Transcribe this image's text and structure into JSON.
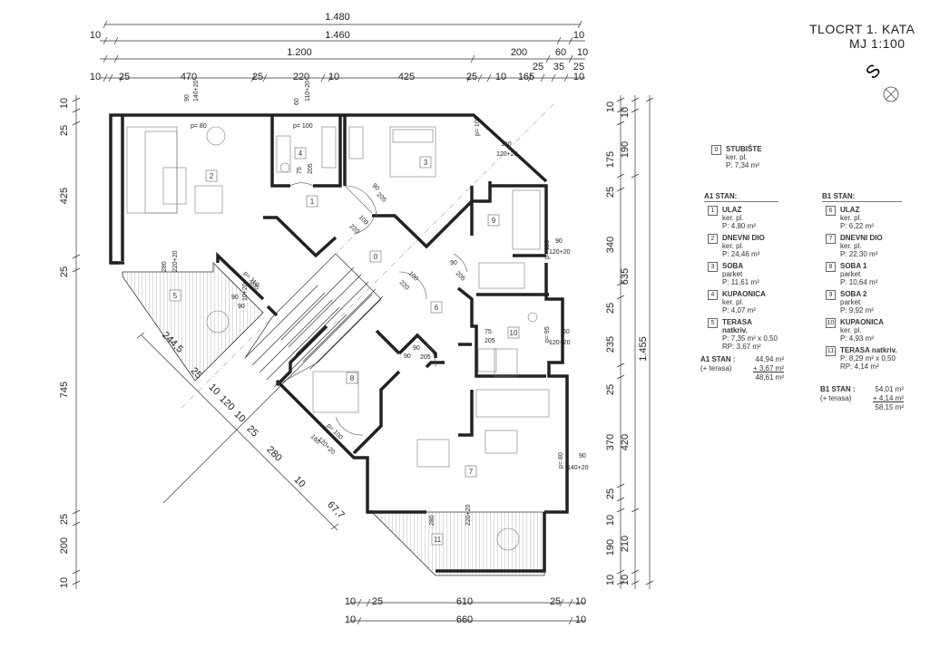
{
  "header": {
    "title": "TLOCRT 1. KATA",
    "scale": "MJ  1:100"
  },
  "compass_label": "S",
  "dimensions": {
    "top_row1": [
      "1.480"
    ],
    "top_row2": [
      "10",
      "1.460",
      "10"
    ],
    "top_row3": [
      "1.200",
      "200",
      "60",
      "10"
    ],
    "top_row4a": [
      "25",
      "35",
      "25"
    ],
    "top_row4": [
      "10",
      "25",
      "470",
      "25",
      "220",
      "10",
      "425",
      "25",
      "10",
      "165",
      "10"
    ],
    "left_col": [
      "10",
      "25",
      "425",
      "25",
      "745",
      "25",
      "200",
      "10"
    ],
    "right_col1": [
      "10",
      "175",
      "25",
      "340",
      "25",
      "235",
      "25",
      "370",
      "25",
      "10",
      "190",
      "10"
    ],
    "right_col2": [
      "10",
      "190",
      "635",
      "420",
      "210",
      "10"
    ],
    "right_total": "1.455",
    "bottom_row1": [
      "10",
      "25",
      "610",
      "25",
      "10"
    ],
    "bottom_row2": [
      "10",
      "660",
      "10"
    ],
    "diagonal": [
      "244,5",
      "25",
      "10",
      "120",
      "10",
      "25",
      "280",
      "10",
      "67,7"
    ]
  },
  "openings": [
    {
      "t": "90"
    },
    {
      "t": "140+20"
    },
    {
      "t": "p= 80"
    },
    {
      "t": "60"
    },
    {
      "t": "110+20"
    },
    {
      "t": "p= 100"
    },
    {
      "t": "p= 100"
    },
    {
      "t": "160"
    },
    {
      "t": "120+20"
    },
    {
      "t": "75"
    },
    {
      "t": "205"
    },
    {
      "t": "90"
    },
    {
      "t": "205"
    },
    {
      "t": "100"
    },
    {
      "t": "220"
    },
    {
      "t": "280"
    },
    {
      "t": "220+20"
    },
    {
      "t": "p= 110"
    },
    {
      "t": "90"
    },
    {
      "t": "205"
    },
    {
      "t": "90"
    },
    {
      "t": "100"
    },
    {
      "t": "220"
    },
    {
      "t": "90"
    },
    {
      "t": "p= 110"
    },
    {
      "t": "120+20"
    },
    {
      "t": "90"
    },
    {
      "t": "205"
    },
    {
      "t": "75"
    },
    {
      "t": "205"
    },
    {
      "t": "p= 95"
    },
    {
      "t": "60"
    },
    {
      "t": "120+20"
    },
    {
      "t": "90"
    },
    {
      "t": "205"
    },
    {
      "t": "p= 100"
    },
    {
      "t": "160"
    },
    {
      "t": "120+20"
    },
    {
      "t": "p= 80"
    },
    {
      "t": "90"
    },
    {
      "t": "140+20"
    },
    {
      "t": "280"
    },
    {
      "t": "220+20"
    },
    {
      "t": "10+20"
    },
    {
      "t": "90"
    }
  ],
  "room_tags": [
    "1",
    "2",
    "3",
    "4",
    "0",
    "9",
    "5",
    "6",
    "10",
    "8",
    "7",
    "11"
  ],
  "stair_legend": {
    "num": "0",
    "name": "STUBIŠTE",
    "floor": "ker. pl.",
    "area": "P: 7,34 m²"
  },
  "apartment_a1": {
    "title": "A1  STAN:",
    "rooms": [
      {
        "num": "1",
        "name": "ULAZ",
        "floor": "ker. pl.",
        "area": "P: 4,80 m²"
      },
      {
        "num": "2",
        "name": "DNEVNI DIO",
        "floor": "ker. pl.",
        "area": "P: 24,46 m²"
      },
      {
        "num": "3",
        "name": "SOBA",
        "floor": "parket",
        "area": "P: 11,61 m²"
      },
      {
        "num": "4",
        "name": "KUPAONICA",
        "floor": "ker. pl.",
        "area": "P: 4,07 m²"
      },
      {
        "num": "5",
        "name": "TERASA natkriv.",
        "floor": "P: 7,35 m² x 0,50",
        "area": "RP: 3,67 m²"
      }
    ],
    "total_label": "A1  STAN :",
    "total_value": "44,94 m²",
    "terrace_label": "(+ terasa)",
    "terrace_value": "+  3,67 m²",
    "grand_total": "48,61 m²"
  },
  "apartment_b1": {
    "title": "B1  STAN:",
    "rooms": [
      {
        "num": "6",
        "name": "ULAZ",
        "floor": "ker. pl.",
        "area": "P: 6,22 m²"
      },
      {
        "num": "7",
        "name": "DNEVNI DIO",
        "floor": "ker. pl.",
        "area": "P: 22,30 m²"
      },
      {
        "num": "8",
        "name": "SOBA 1",
        "floor": "parket",
        "area": "P: 10,64 m²"
      },
      {
        "num": "9",
        "name": "SOBA 2",
        "floor": "parket",
        "area": "P: 9,92 m²"
      },
      {
        "num": "10",
        "name": "KUPAONICA",
        "floor": "ker. pl.",
        "area": "P: 4,93 m²"
      },
      {
        "num": "11",
        "name": "TERASA natkriv.",
        "floor": "P: 8,29 m² x 0,50",
        "area": "RP: 4,14 m²"
      }
    ],
    "total_label": "B1  STAN :",
    "total_value": "54,01 m²",
    "terrace_label": "(+ terasa)",
    "terrace_value": "+  4,14 m²",
    "grand_total": "58,15 m²"
  }
}
